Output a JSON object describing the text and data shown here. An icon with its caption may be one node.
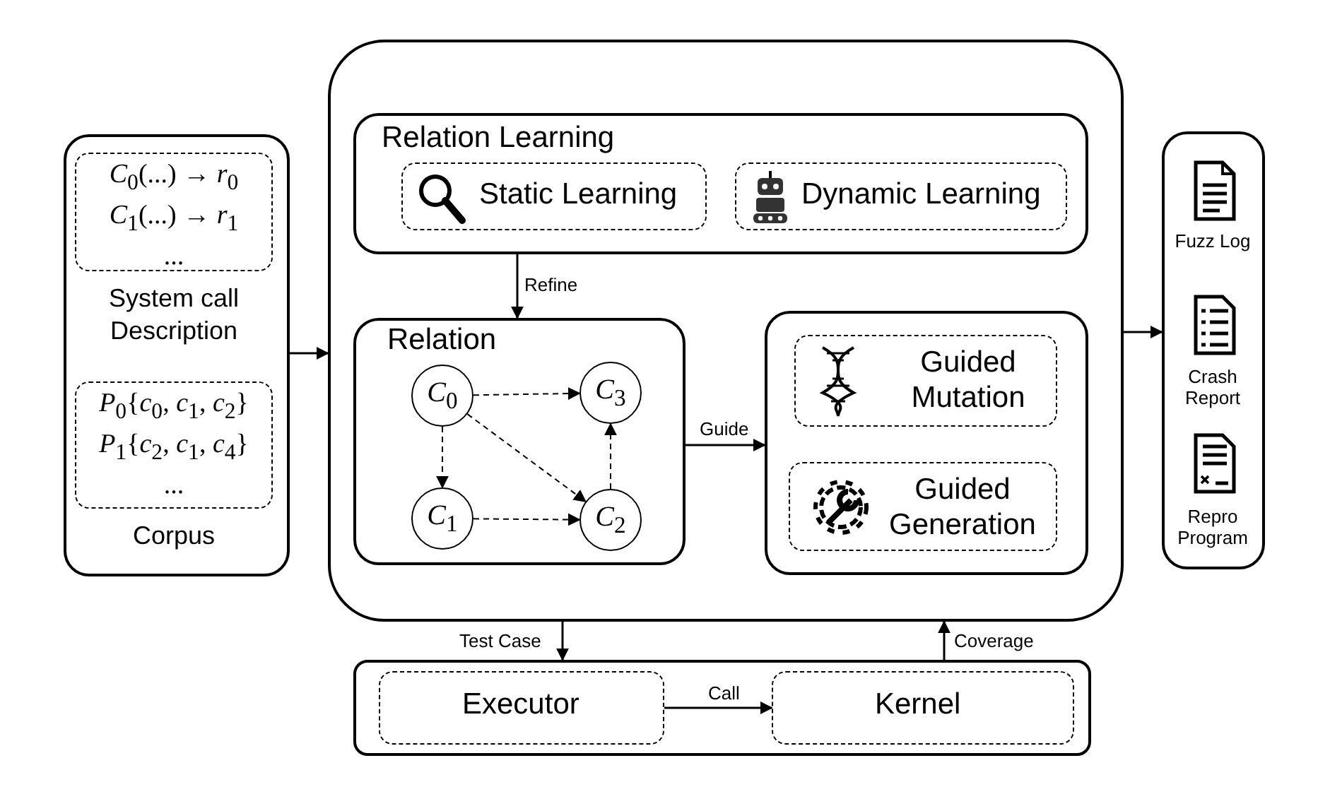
{
  "diagram": {
    "nodes": [
      {
        "text": [],
        "shape": "box"
      },
      {
        "text": [
          "*C*$_{0}$(...) → *r*$_{0}$",
          "*C*$_{1}$(...) → *r*$_{1}$",
          "..."
        ],
        "in": 0,
        "beside": [
          "System call Description"
        ]
      },
      {
        "text": [
          "*P*$_{0}${*c*$_{0}$, *c*$_{1}$, *c*$_{2}$}",
          "*P*$_{1}${*c*$_{2}$, *c*$_{1}$, *c*$_{4}$}",
          "..."
        ],
        "in": 0,
        "beside": [
          "Corpus"
        ]
      },
      {
        "text": [],
        "shape": "box"
      },
      {
        "text": [
          "Relation Learning"
        ],
        "in": 3
      },
      {
        "text": [
          "Static Learning"
        ],
        "in": 4
      },
      {
        "text": [
          "Dynamic Learning"
        ],
        "in": 4
      },
      {
        "text": [
          "Relation"
        ],
        "in": 3
      },
      {
        "text": [
          "*C*$_{0}$"
        ],
        "in": 7
      },
      {
        "text": [
          "*C*$_{3}$"
        ],
        "in": 7
      },
      {
        "text": [
          "*C*$_{1}$"
        ],
        "in": 7
      },
      {
        "text": [
          "*C*$_{2}$"
        ],
        "in": 7
      },
      {
        "text": [],
        "shape": "box",
        "in": 3
      },
      {
        "text": [
          "Guided Mutation"
        ],
        "in": 12
      },
      {
        "text": [
          "Guided Generation"
        ],
        "in": 12
      },
      {
        "text": [],
        "shape": "box"
      },
      {
        "text": [],
        "shape": "box"
      },
      {
        "text": [
          "Executor"
        ],
        "in": 16
      },
      {
        "text": [
          "Kernel"
        ],
        "in": 16
      }
    ],
    "edges": [
      {
        "from": 0,
        "to": 3,
        "arrow": "to"
      },
      {
        "from": 3,
        "to": 15,
        "arrow": "to"
      },
      {
        "from": 4,
        "to": 7,
        "arrow": "to",
        "label": "Refine"
      },
      {
        "from": 7,
        "to": 12,
        "arrow": "to",
        "label": "Guide"
      },
      {
        "from": 3,
        "to": 16,
        "arrow": "to",
        "label": "Test Case"
      },
      {
        "from": 16,
        "to": 3,
        "arrow": "to",
        "label": "Coverage"
      },
      {
        "from": 17,
        "to": 18,
        "arrow": "to",
        "label": "Call"
      },
      {
        "from": 8,
        "to": 9,
        "arrow": "to",
        "style": "dashed"
      },
      {
        "from": 8,
        "to": 10,
        "arrow": "to",
        "style": "dashed"
      },
      {
        "from": 8,
        "to": 11,
        "arrow": "to",
        "style": "dashed"
      },
      {
        "from": 10,
        "to": 11,
        "arrow": "to",
        "style": "dashed"
      },
      {
        "from": 11,
        "to": 9,
        "arrow": "to",
        "style": "dashed"
      }
    ],
    "labels": [
      "Fuzz Log",
      "Crash Report",
      "Repro Program"
    ]
  }
}
